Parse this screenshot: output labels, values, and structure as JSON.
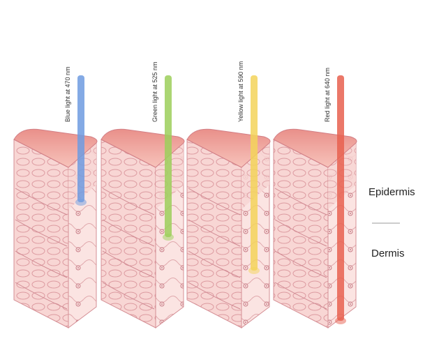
{
  "beams": [
    {
      "label": "Blue light at 470 nm",
      "color": "#6f9be0",
      "depth": "epidermis"
    },
    {
      "label": "Green light at 525 nm",
      "color": "#9ccf5a",
      "depth": "upper-dermis"
    },
    {
      "label": "Yellow light at 590 nm",
      "color": "#f3d35a",
      "depth": "mid-dermis"
    },
    {
      "label": "Red light at 640 nm",
      "color": "#e8604f",
      "depth": "deep-dermis"
    }
  ],
  "layers": {
    "epidermis": "Epidermis",
    "dermis": "Dermis"
  },
  "colors": {
    "skin_surface": "#f2a7a0",
    "skin_top": "#f7b9b0",
    "tissue": "#f8d9d6",
    "tissue_lines": "#d98f95",
    "front_face": "#fbe3e0"
  }
}
